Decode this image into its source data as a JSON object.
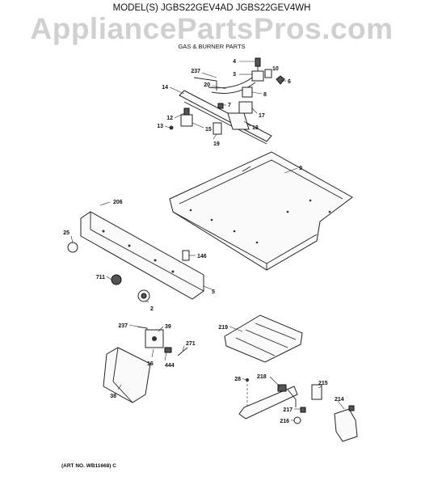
{
  "watermark": "AppliancePartsPros.com",
  "header": {
    "title": "MODEL(S) JGBS22GEV4AD  JGBS22GEV4WH",
    "subtitle": "GAS & BURNER PARTS"
  },
  "callouts": {
    "c4": "4",
    "c10": "10",
    "c237a": "237",
    "c3": "3",
    "c6": "6",
    "c20": "20",
    "c8": "8",
    "c14": "14",
    "c7": "7",
    "c17": "17",
    "c12": "12",
    "c13": "13",
    "c15": "15",
    "c18": "18",
    "c19": "19",
    "c9": "9",
    "c206": "206",
    "c25": "25",
    "c146": "146",
    "c711": "711",
    "c5": "5",
    "c2": "2",
    "c237b": "237",
    "c39": "39",
    "c219": "219",
    "c271": "271",
    "c16": "16",
    "c444": "444",
    "c38": "38",
    "c28": "28",
    "c218": "218",
    "c215": "215",
    "c217": "217",
    "c214": "214",
    "c216": "216"
  },
  "footer": {
    "art_no": "(ART NO. WB11668) C"
  }
}
